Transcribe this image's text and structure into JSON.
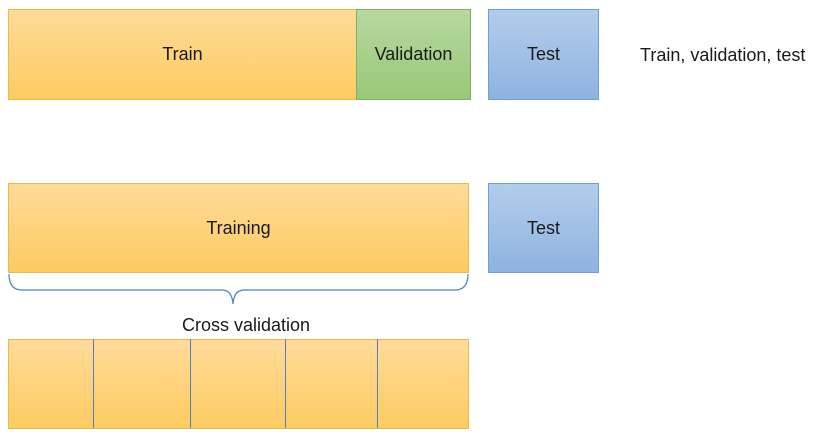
{
  "row1": {
    "train": "Train",
    "validation": "Validation",
    "test": "Test",
    "caption": "Train, validation, test"
  },
  "row2": {
    "training": "Training",
    "test": "Test"
  },
  "cross_validation": {
    "label": "Cross validation",
    "fold_count": 5
  },
  "colors": {
    "train": "#fed27a",
    "validation": "#a6cf8a",
    "test": "#9fbfe5",
    "outline_blue": "#4f7fc5"
  }
}
